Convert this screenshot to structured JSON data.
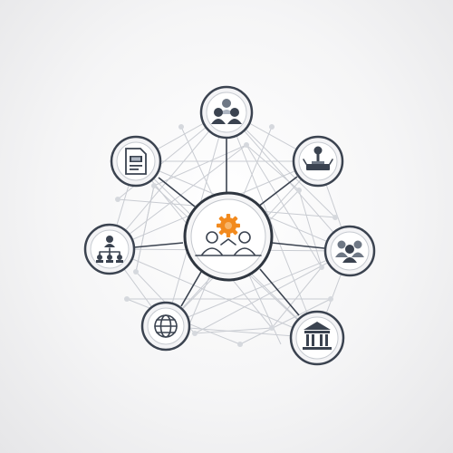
{
  "diagram": {
    "hub": {
      "icon": "team-gear-icon"
    },
    "nodes": [
      {
        "id": "top",
        "icon": "group-people-icon"
      },
      {
        "id": "top-right",
        "icon": "presenter-podium-icon"
      },
      {
        "id": "right",
        "icon": "people-group-icon"
      },
      {
        "id": "bottom-right",
        "icon": "bank-building-icon"
      },
      {
        "id": "bottom-left",
        "icon": "globe-icon"
      },
      {
        "id": "left",
        "icon": "org-chart-icon"
      },
      {
        "id": "top-left",
        "icon": "document-icon"
      }
    ],
    "colors": {
      "accent": "#f28a1e",
      "node_ring": "#3b4350",
      "mesh": "#c9ccd2",
      "background": "#f2f2f3"
    }
  }
}
